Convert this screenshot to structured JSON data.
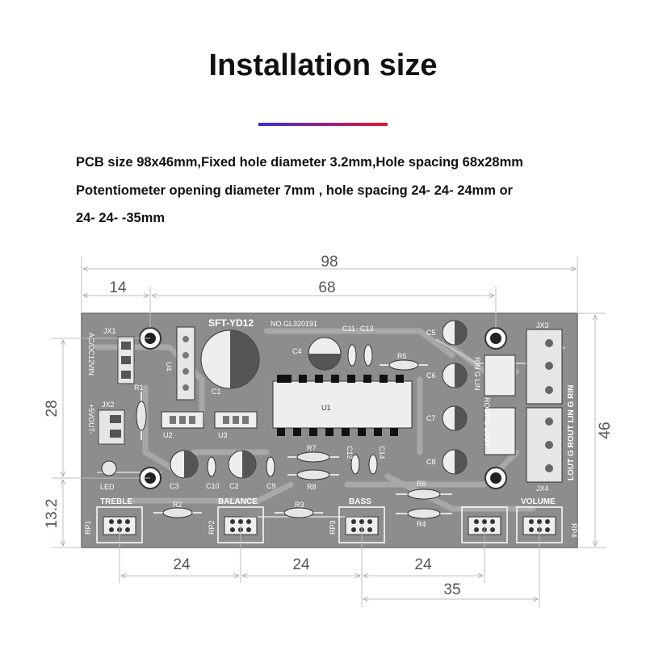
{
  "title": "Installation size",
  "accent": {
    "from": "#3a2fd8",
    "to": "#e6182e"
  },
  "description": {
    "line1": "PCB size 98x46mm,Fixed hole diameter 3.2mm,Hole spacing 68x28mm",
    "line2": "Potentiometer  opening diameter 7mm , hole  spacing 24- 24- 24mm or",
    "line3": "24- 24- -35mm"
  },
  "dimensions": {
    "total_width": "98",
    "left_offset": "14",
    "hole_spacing_x": "68",
    "hole_spacing_y": "28",
    "height": "46",
    "bottom_offset": "13.2",
    "pot_spacing_1": "24",
    "pot_spacing_2": "24",
    "pot_spacing_3": "24",
    "pot_spacing_alt": "35"
  },
  "board": {
    "model": "SFT-YD12",
    "serial": "NO.GL320191",
    "labels": {
      "jx1": "JX1",
      "jx2": "JX2",
      "jx3": "JX3",
      "jx4": "JX4",
      "power_in": "AC/DC12VIN",
      "power_out": "+5VOUT-",
      "u1": "U1",
      "u2": "U2",
      "u3": "U3",
      "u4": "U4",
      "r1": "R1",
      "r2": "R2",
      "r3": "R3",
      "r4": "R4",
      "r5": "R5",
      "r6": "R6",
      "r7": "R7",
      "r8": "R8",
      "c1": "C1",
      "c2": "C2",
      "c3": "C3",
      "c4": "C4",
      "c5": "C5",
      "c6": "C6",
      "c7": "C7",
      "c8": "C8",
      "c9": "C9",
      "c10": "C10",
      "c11": "C11",
      "c12": "C12",
      "c13": "C13",
      "c14": "C14",
      "led": "LED",
      "treble": "TREBLE",
      "balance": "BALANCE",
      "bass": "BASS",
      "volume": "VOLUME",
      "rp1": "RP1",
      "rp2": "RP2",
      "rp3": "RP3",
      "rp4": "RP4",
      "input_pins": "RIN G LIN",
      "output_pins": "ROUT G LOUT",
      "jx3_pins": "LOUT G ROUT LIN G RIN"
    }
  }
}
